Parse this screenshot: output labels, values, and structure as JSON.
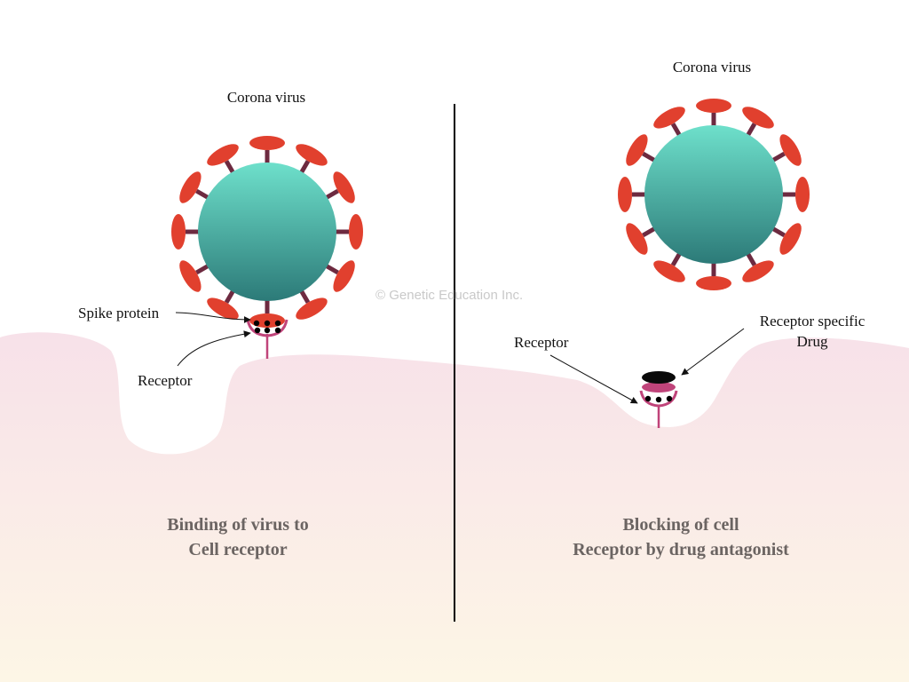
{
  "watermark": "© Genetic Education Inc.",
  "colors": {
    "virus_top": "#6ee0cb",
    "virus_bottom": "#2c7a78",
    "spike_head": "#e1402e",
    "spike_stem": "#6d2a40",
    "receptor": "#c0447a",
    "drug": "#0a0a0a",
    "membrane_top": "#f7e1e9",
    "membrane_bottom": "#fdf6e6",
    "divider": "#000000",
    "caption": "#6b6462"
  },
  "left_panel": {
    "virus_label": "Corona virus",
    "spike_label": "Spike protein",
    "receptor_label": "Receptor",
    "caption_line1": "Binding of virus to",
    "caption_line2": "Cell receptor"
  },
  "right_panel": {
    "virus_label": "Corona virus",
    "receptor_label": "Receptor",
    "drug_label_line1": "Receptor specific",
    "drug_label_line2": "Drug",
    "caption_line1": "Blocking of cell",
    "caption_line2": "Receptor by drug antagonist"
  }
}
